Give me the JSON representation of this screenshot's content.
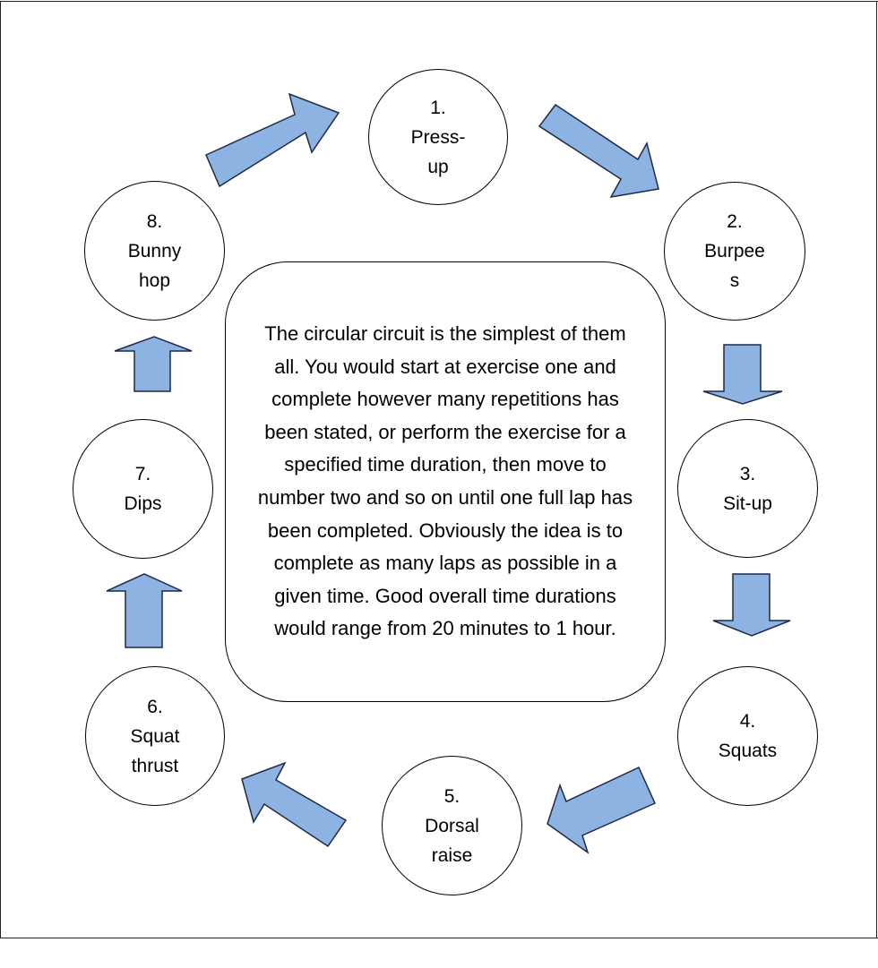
{
  "diagram": {
    "nodes": [
      {
        "id": "1",
        "number": "1.",
        "label": "Press-\nup"
      },
      {
        "id": "2",
        "number": "2.",
        "label": "Burpee\ns"
      },
      {
        "id": "3",
        "number": "3.",
        "label": "Sit-up"
      },
      {
        "id": "4",
        "number": "4.",
        "label": "Squats"
      },
      {
        "id": "5",
        "number": "5.",
        "label": "Dorsal\nraise"
      },
      {
        "id": "6",
        "number": "6.",
        "label": "Squat\nthrust"
      },
      {
        "id": "7",
        "number": "7.",
        "label": "Dips"
      },
      {
        "id": "8",
        "number": "8.",
        "label": "Bunny\nhop"
      }
    ],
    "description": "The circular circuit is the simplest of them all. You would start at exercise one and complete however many repetitions has been stated, or perform the exercise for a specified time duration, then move to number two and so on until one full lap has been completed. Obviously the idea is to complete as many laps as possible in a given time. Good overall time durations would range from 20 minutes to 1 hour.",
    "colors": {
      "arrow_fill": "#8db3e2",
      "arrow_stroke": "#1f2a44",
      "circle_stroke": "#000000"
    }
  }
}
